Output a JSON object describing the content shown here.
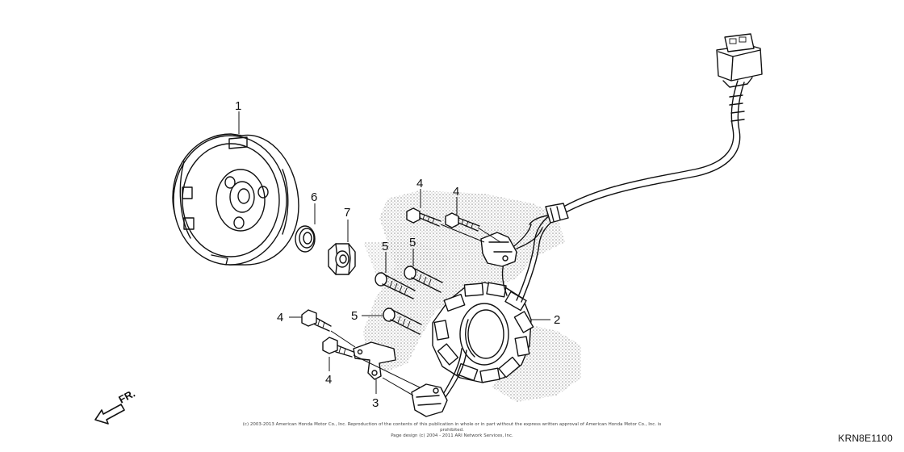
{
  "callouts": {
    "c1": "1",
    "c2": "2",
    "c3": "3",
    "c4a": "4",
    "c4b": "4",
    "c4c": "4",
    "c4d": "4",
    "c5a": "5",
    "c5b": "5",
    "c5c": "5",
    "c6": "6",
    "c7": "7"
  },
  "direction_label": "FR.",
  "copyright": {
    "line1": "(c) 2003-2013 American Honda Motor Co., Inc. Reproduction of the contents of this publication in whole or in part without the express written approval of American Honda Motor Co., Inc. is prohibited.",
    "line2": "Page design (c) 2004 - 2011 ARI Network Services, Inc."
  },
  "diagram_code": "KRN8E1100",
  "icons": [
    "front-direction-arrow-icon"
  ]
}
